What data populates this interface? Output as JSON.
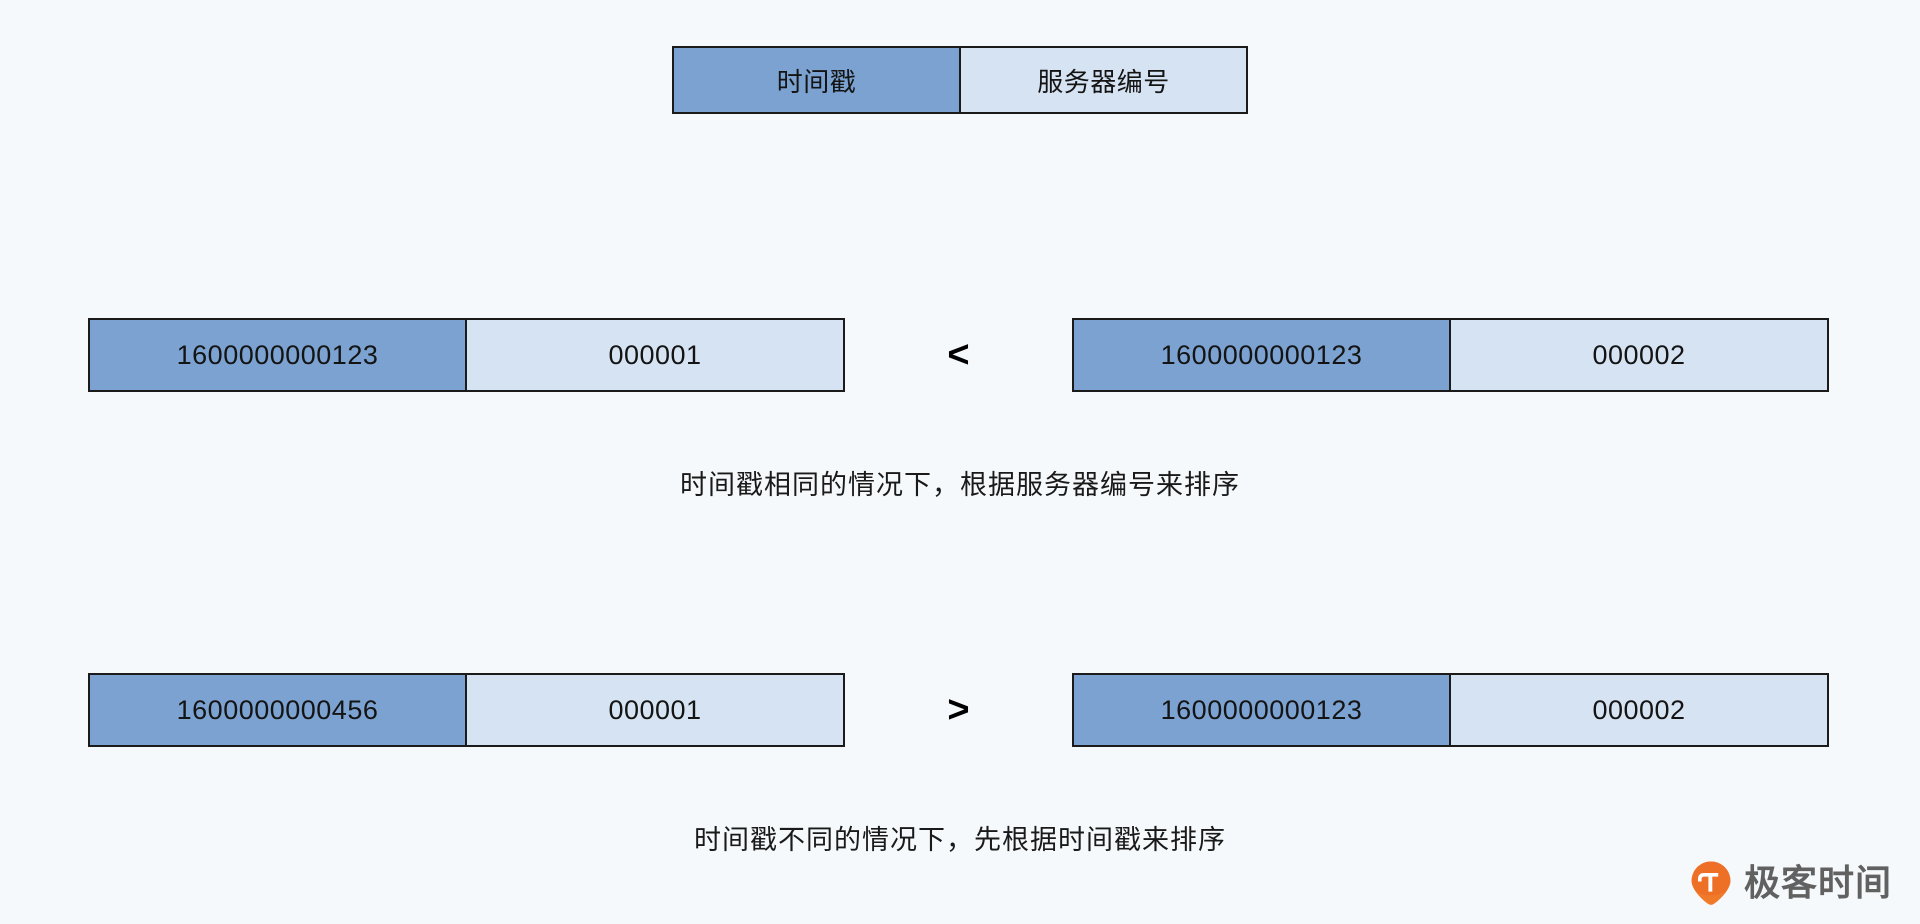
{
  "background_color": "#f5f9fb",
  "colors": {
    "timestamp_fill": "#7ba2d0",
    "server_fill": "#d6e3f2",
    "border": "#1b1b1b",
    "text": "#141414",
    "watermark_orange": "#f07422",
    "watermark_text": "#5b5b5b"
  },
  "legend": {
    "timestamp_label": "时间戳",
    "server_label": "服务器编号"
  },
  "comparisons": [
    {
      "left": {
        "timestamp": "1600000000123",
        "server": "000001"
      },
      "operator": "<",
      "right": {
        "timestamp": "1600000000123",
        "server": "000002"
      },
      "caption": "时间戳相同的情况下，根据服务器编号来排序"
    },
    {
      "left": {
        "timestamp": "1600000000456",
        "server": "000001"
      },
      "operator": ">",
      "right": {
        "timestamp": "1600000000123",
        "server": "000002"
      },
      "caption": "时间戳不同的情况下，先根据时间戳来排序"
    }
  ],
  "watermark": {
    "text": "极客时间",
    "logo_icon": "geektime-pin-icon"
  }
}
